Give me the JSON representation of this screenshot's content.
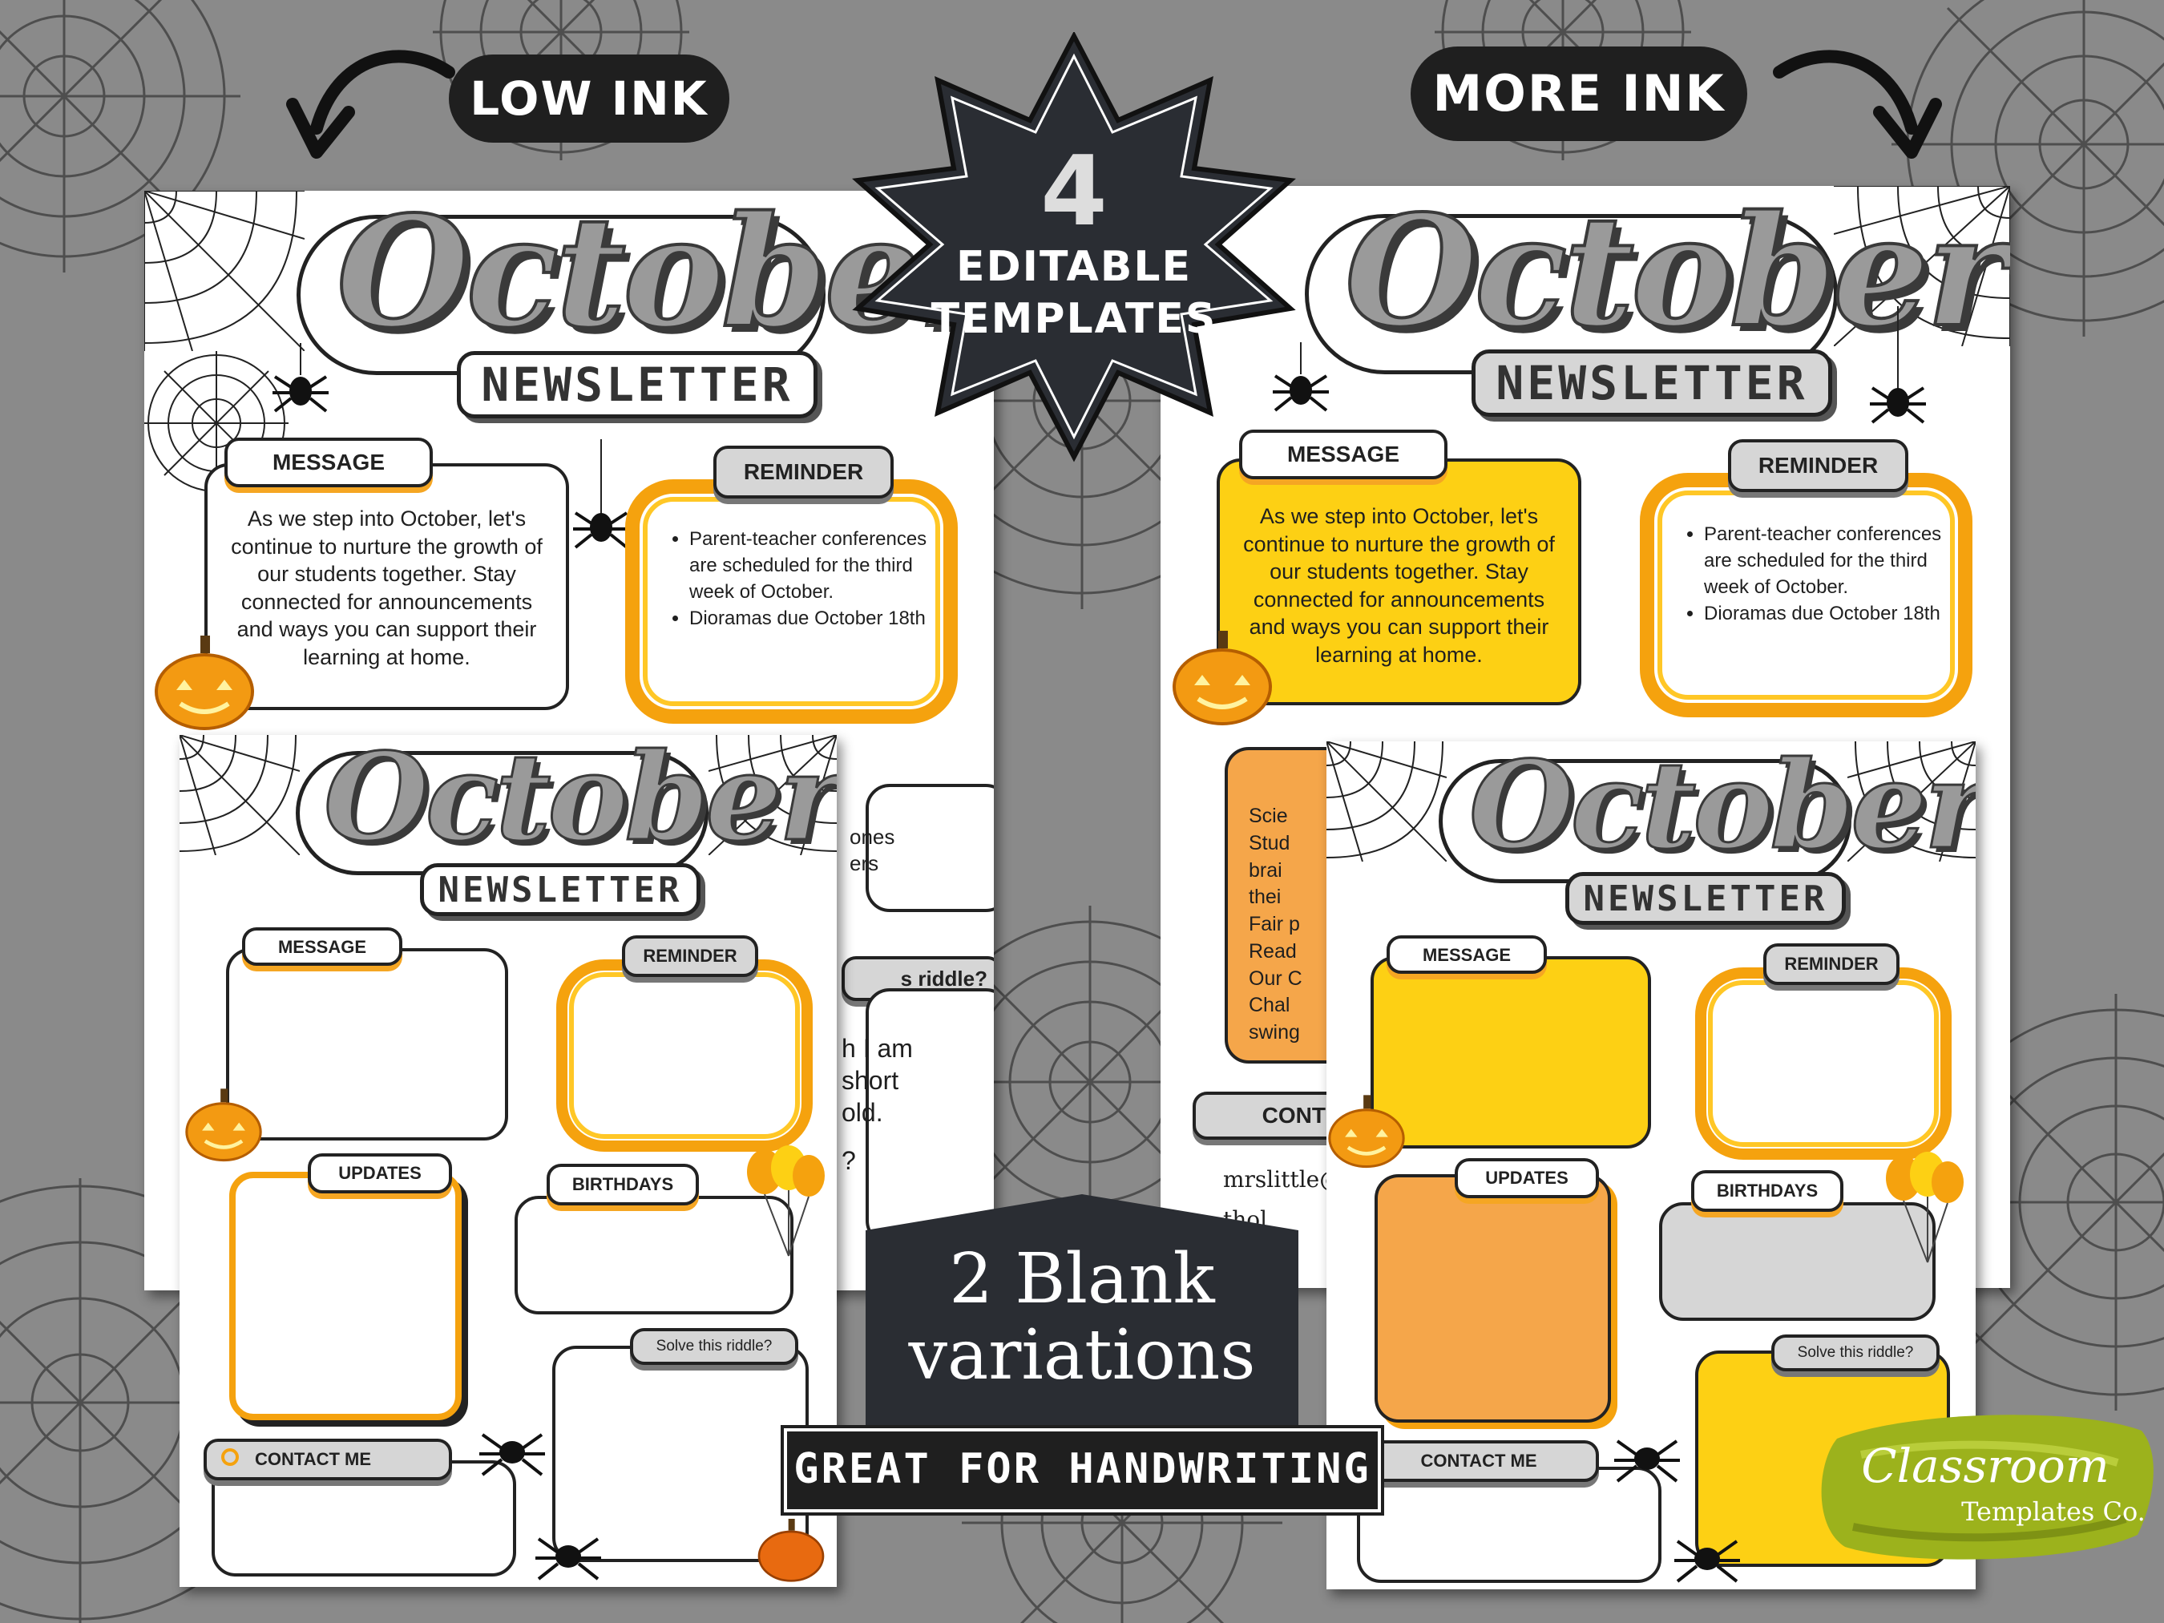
{
  "badges": {
    "low_ink": "LOW INK",
    "more_ink": "MORE INK",
    "count": "4",
    "editable_line1": "EDITABLE",
    "editable_line2": "TEMPLATES",
    "blank_variations_line1": "2 Blank",
    "blank_variations_line2": "variations",
    "handwriting": "GREAT FOR HANDWRITING"
  },
  "newsletter": {
    "title": "October",
    "subtitle": "NEWSLETTER",
    "message_label": "MESSAGE",
    "reminder_label": "REMINDER",
    "updates_label": "UPDATES",
    "birthdays_label": "BIRTHDAYS",
    "riddle_label": "Solve this riddle?",
    "contact_label": "CONTACT ME",
    "message_text": "As we step into October, let's continue to nurture the growth of our students together. Stay connected for announcements and ways you can support their learning at home.",
    "reminders": [
      "Parent-teacher conferences are scheduled for the third week of October.",
      "Dioramas due October 18th"
    ],
    "partial_updates": [
      "Scie",
      "Stud",
      "brai",
      "thei",
      "Fair p",
      "Read",
      "Our C",
      "Chal",
      "swing"
    ],
    "partial_birthdays": [
      "ones",
      "ers"
    ],
    "partial_riddle_label": "s riddle?",
    "partial_riddle": [
      "h I am",
      "short",
      "old.",
      "?"
    ],
    "partial_contact_label": "CONT",
    "partial_contact": [
      "mrslittle@",
      "thol"
    ]
  },
  "logo": {
    "line1": "Classroom",
    "line2": "Templates Co."
  },
  "colors": {
    "background": "#8a8a8a",
    "dark": "#1f1f1f",
    "yellow": "#fdd014",
    "orange": "#f5a64a",
    "accent_orange": "#f5a20e",
    "logo_green": "#9cb21c"
  }
}
